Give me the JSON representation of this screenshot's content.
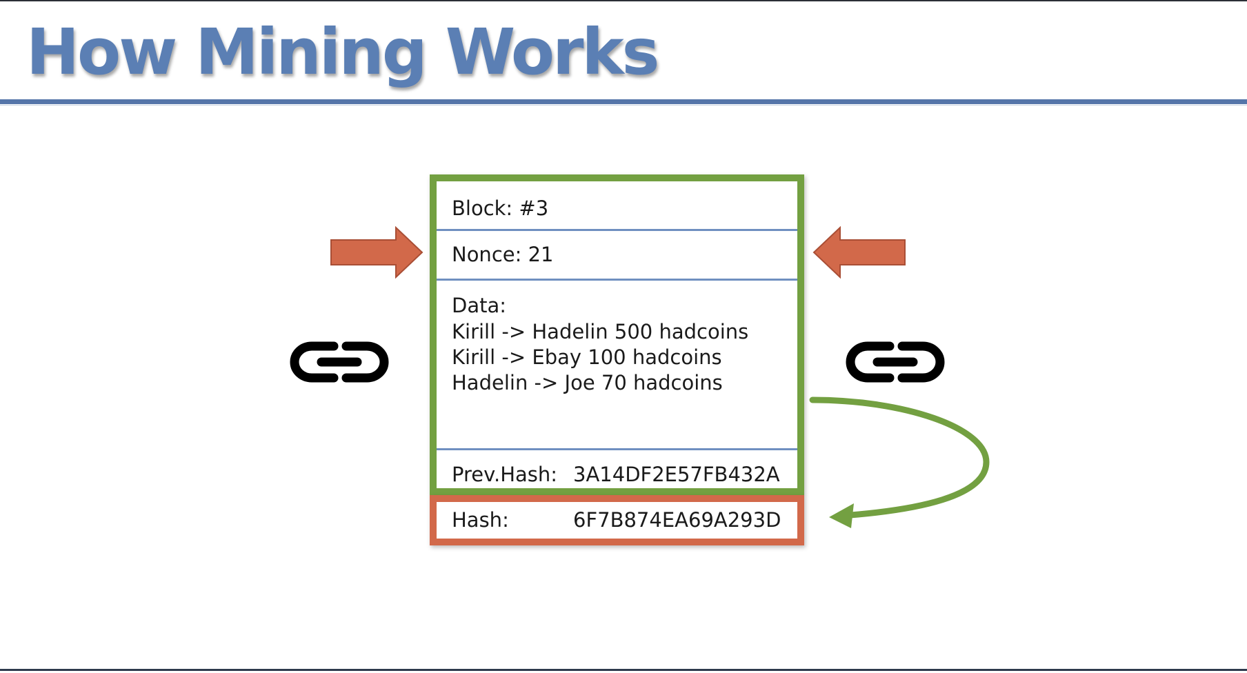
{
  "slide": {
    "title": "How Mining Works"
  },
  "block": {
    "block_label": "Block: #3",
    "nonce_label": "Nonce: 21",
    "data_label": "Data:",
    "data_lines": [
      "Kirill -> Hadelin 500 hadcoins",
      "Kirill -> Ebay 100 hadcoins",
      "Hadelin -> Joe 70 hadcoins"
    ],
    "prev_hash_label": "Prev.Hash:",
    "prev_hash_value": "3A14DF2E57FB432A",
    "hash_label": "Hash:",
    "hash_value": "6F7B874EA69A293D"
  },
  "colors": {
    "title": "#5b7fb4",
    "block_border": "#73a041",
    "hash_border": "#d2694a",
    "nonce_arrows": "#d2694a",
    "separator": "#6f8fc0"
  },
  "icons": {
    "left": "chain-link-icon",
    "right": "chain-link-icon"
  }
}
